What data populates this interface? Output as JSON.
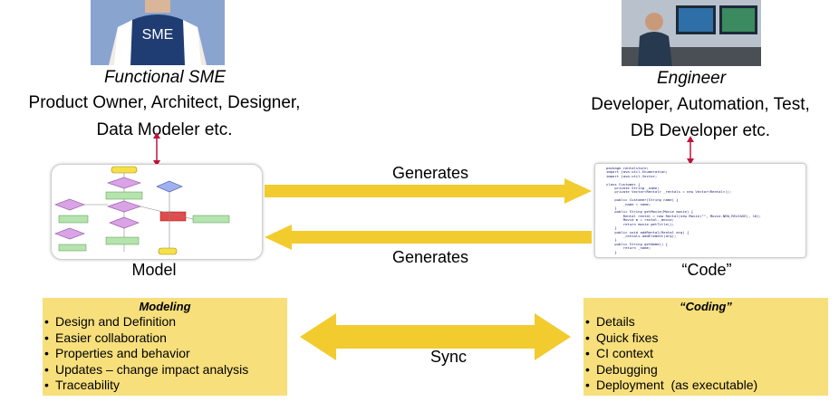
{
  "left": {
    "photo_text": "SME",
    "title": "Functional SME",
    "line1": "Product Owner, Architect, Designer,",
    "line2": "Data Modeler etc.",
    "box_label": "Model"
  },
  "right": {
    "title": "Engineer",
    "line1": "Developer, Automation, Test,",
    "line2": "DB Developer etc.",
    "box_label": "“Code”"
  },
  "arrows": {
    "top_label": "Generates",
    "bottom_label": "Generates",
    "sync_label": "Sync"
  },
  "modeling": {
    "title": "Modeling",
    "items": [
      "Design and Definition",
      "Easier collaboration",
      "Properties and behavior",
      "Updates – change impact analysis",
      "Traceability"
    ]
  },
  "coding": {
    "title": "“Coding”",
    "items": [
      "Details",
      "Quick fixes",
      "CI context",
      "Debugging",
      "Deployment  (as executable)"
    ]
  },
  "code_lines": [
    "package rentalstore;",
    "import java.util.Enumeration;",
    "import java.util.Vector;",
    "",
    "class Customer {",
    "    private String _name;",
    "    private Vector<Rental> _rentals = new Vector<Rental>();",
    "",
    "    public Customer(String name) {",
    "        _name = name;",
    "    }",
    "    public String getMovie(Movie movie) {",
    "        Rental rental = new Rental(new Movie(\"\", Movie.NEW_RELEASE), 10);",
    "        Movie m = rental._movie;",
    "        return movie.getTitle();",
    "    }",
    "    public void addRental(Rental arg) {",
    "        _rentals.addElement(arg);",
    "    }",
    "    public String getName() {",
    "        return _name;",
    "    }"
  ],
  "colors": {
    "yellow_box": "#f7df7c",
    "arrow": "#f2cb2e",
    "connector": "#c0143c"
  }
}
